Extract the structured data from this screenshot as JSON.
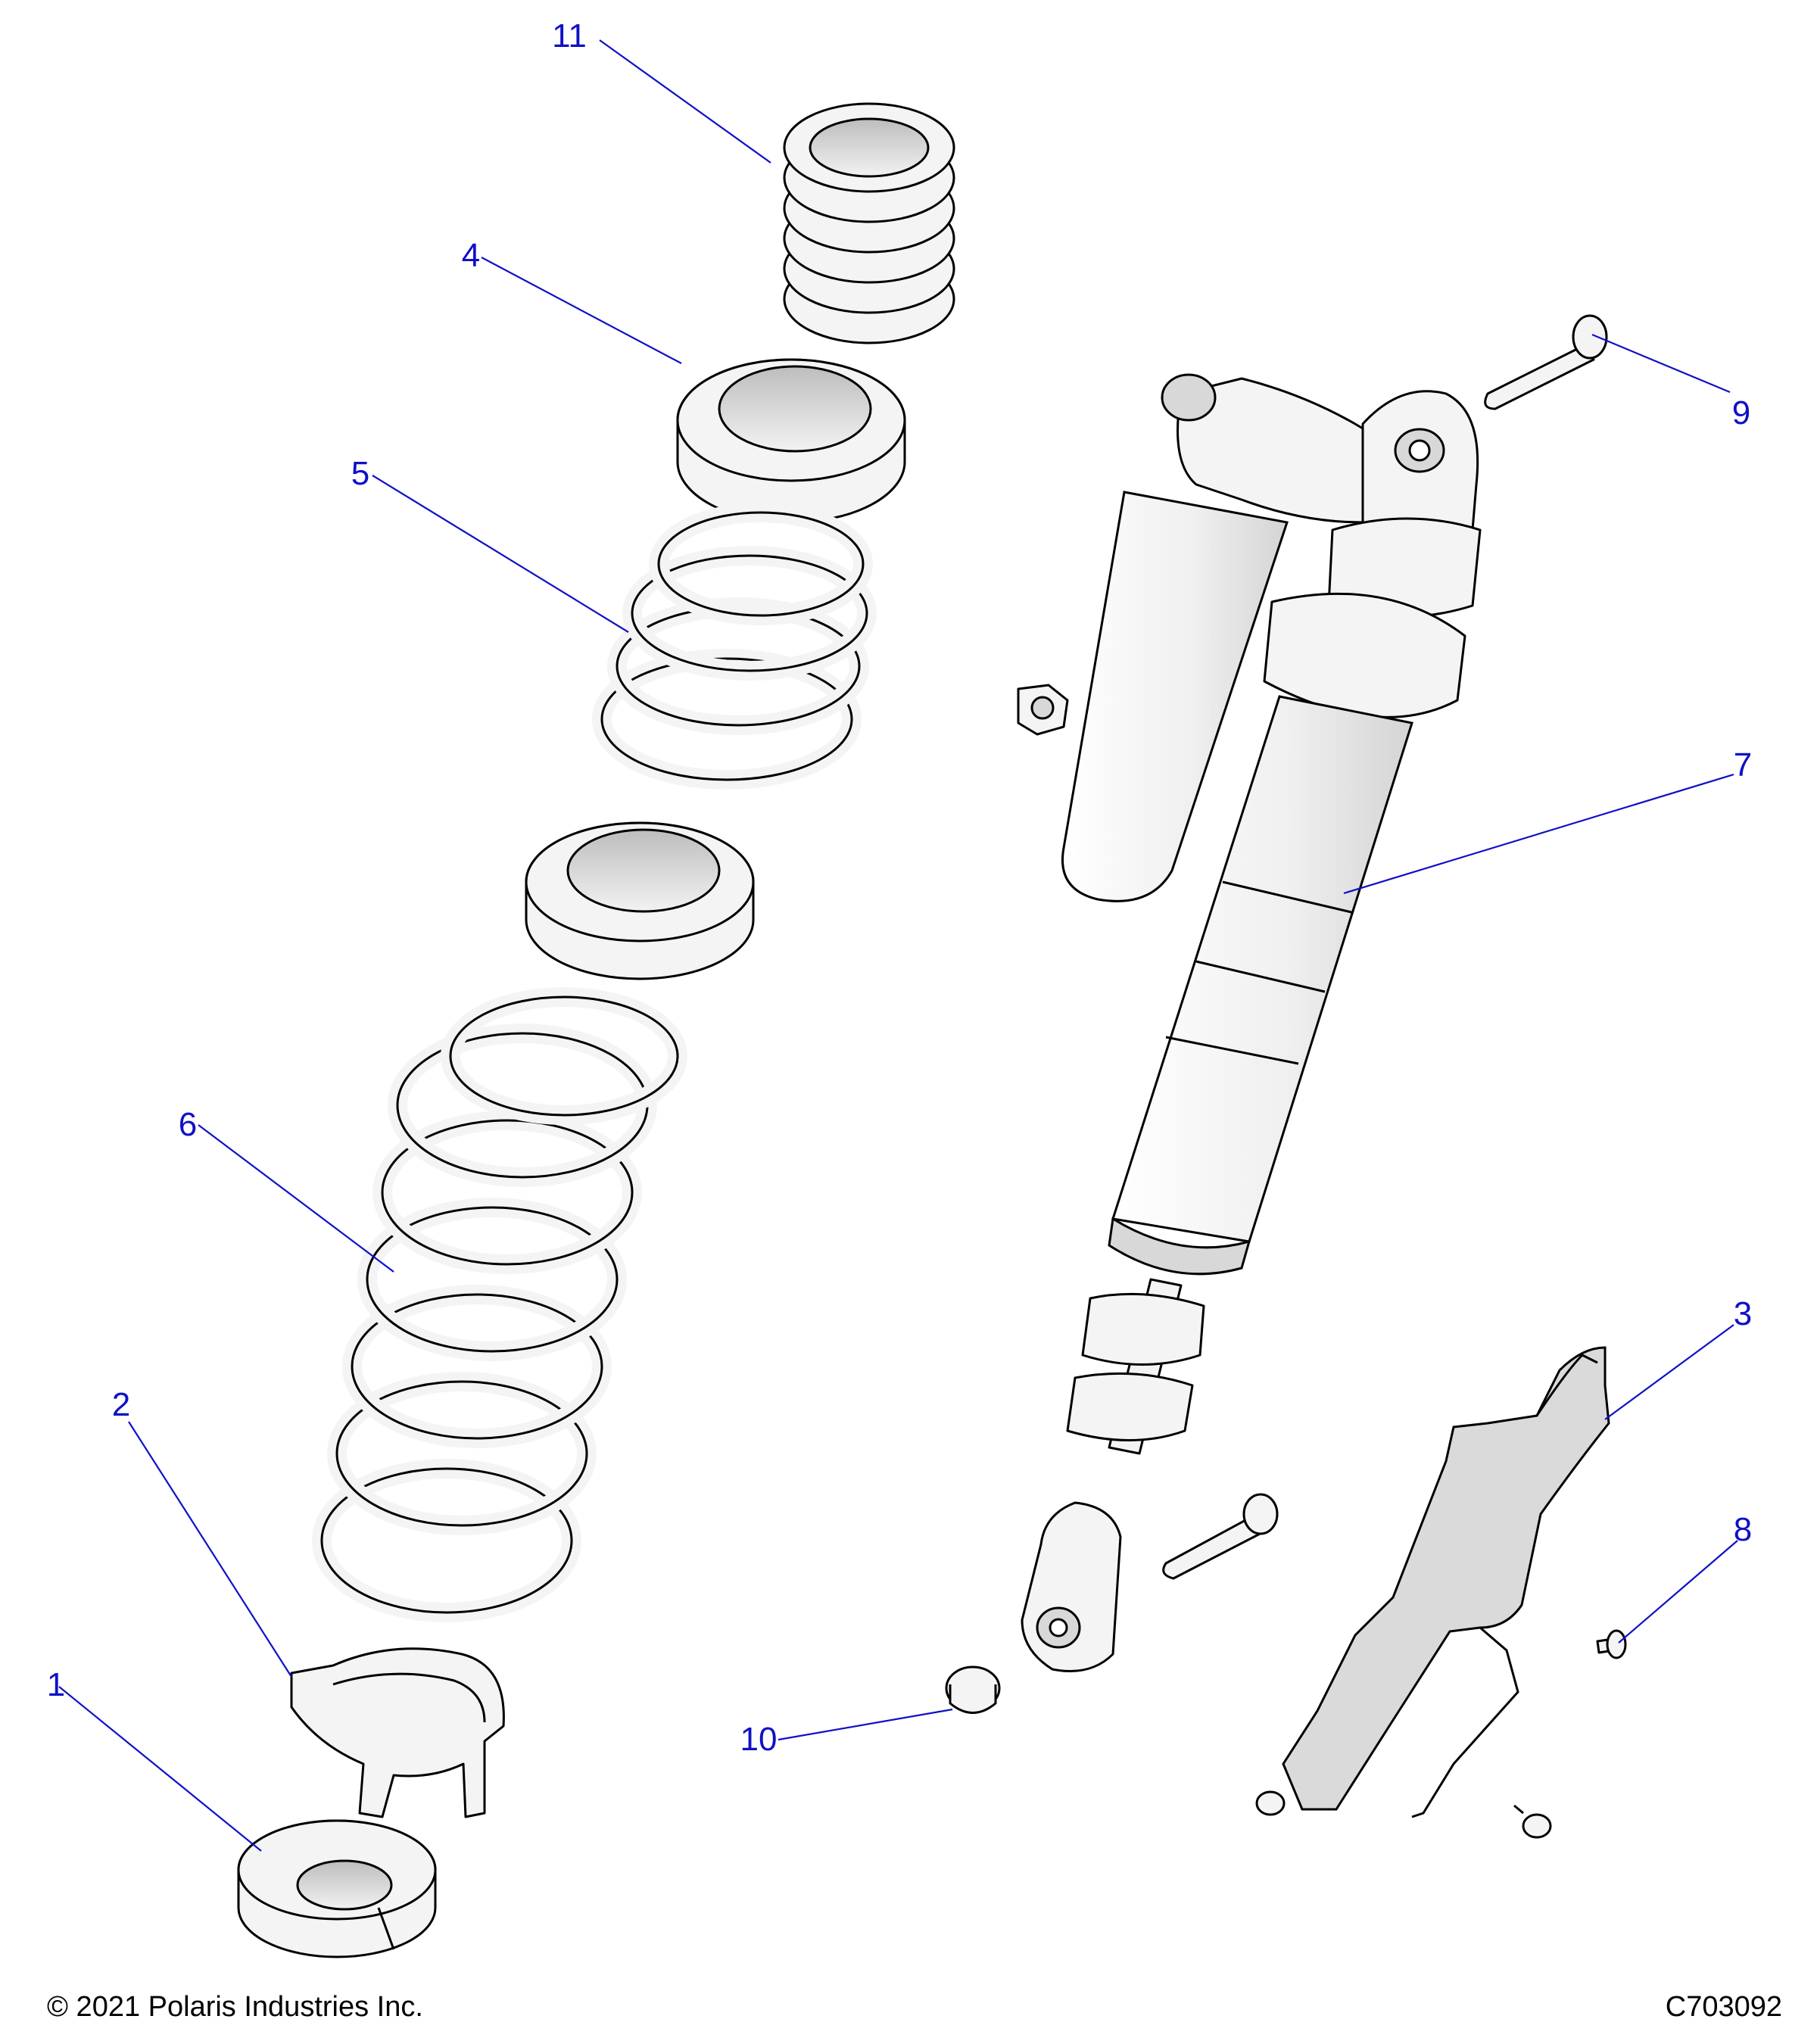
{
  "callouts": [
    {
      "id": "1",
      "label": "1"
    },
    {
      "id": "2",
      "label": "2"
    },
    {
      "id": "3",
      "label": "3"
    },
    {
      "id": "4",
      "label": "4"
    },
    {
      "id": "5",
      "label": "5"
    },
    {
      "id": "6",
      "label": "6"
    },
    {
      "id": "7",
      "label": "7"
    },
    {
      "id": "8",
      "label": "8"
    },
    {
      "id": "9",
      "label": "9"
    },
    {
      "id": "10",
      "label": "10"
    },
    {
      "id": "11",
      "label": "11"
    }
  ],
  "footer": {
    "copyright": "© 2021 Polaris Industries Inc.",
    "figure_id": "C703092"
  },
  "colors": {
    "callout": "#1010c8",
    "outline": "#000000",
    "part_fill": "#f4f4f4"
  }
}
